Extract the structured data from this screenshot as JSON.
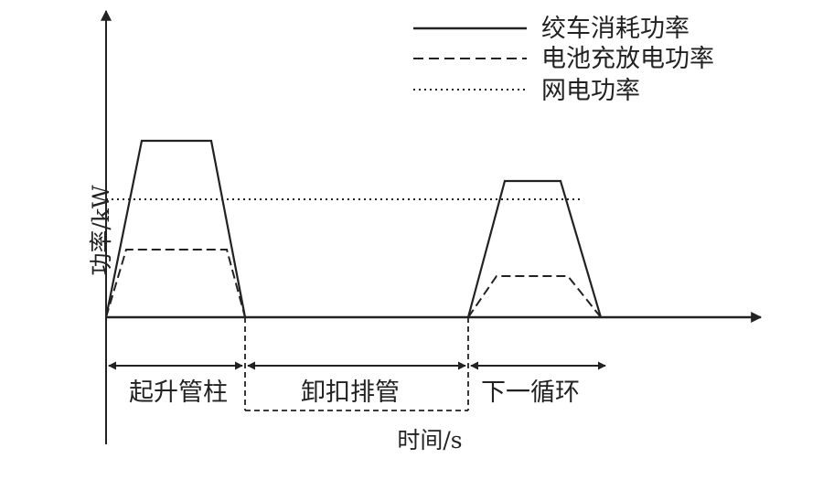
{
  "legend": {
    "winch": "绞车消耗功率",
    "battery": "电池充放电功率",
    "grid": "网电功率"
  },
  "axes": {
    "ylabel": "功率/kW",
    "xlabel": "时间/s"
  },
  "phases": {
    "hoist": "起升管柱",
    "unload": "卸扣排管",
    "next": "下一循环"
  },
  "styles": {
    "winch_line": "solid",
    "battery_line": "dashed",
    "grid_line": "dotted",
    "ink_color": "#222222"
  }
}
